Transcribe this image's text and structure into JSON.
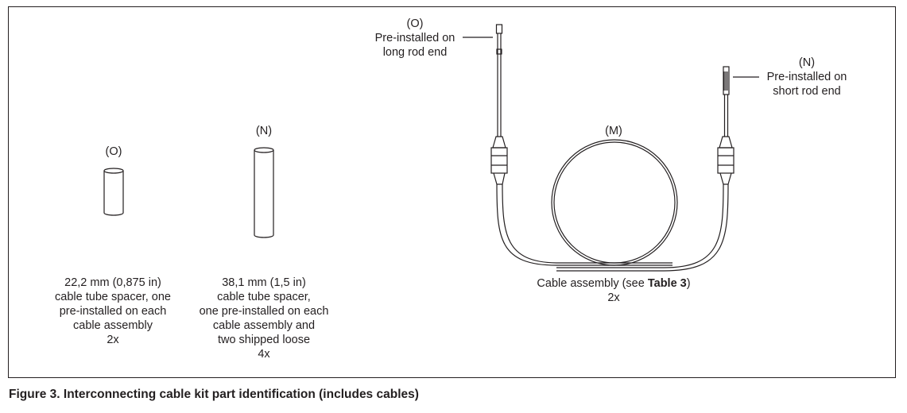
{
  "figure": {
    "caption": "Figure 3. Interconnecting cable kit part identification (includes cables)"
  },
  "parts": {
    "short_spacer": {
      "callout": "(O)",
      "description_lines": [
        "22,2 mm (0,875 in)",
        "cable tube spacer, one",
        "pre-installed on each",
        "cable assembly",
        "2x"
      ]
    },
    "long_spacer": {
      "callout": "(N)",
      "description_lines": [
        "38,1 mm (1,5 in)",
        "cable tube spacer,",
        "one pre-installed on each",
        "cable assembly and",
        "two shipped loose",
        "4x"
      ]
    },
    "cable_assembly": {
      "callout": "(M)",
      "description_prefix": "Cable assembly (see ",
      "description_bold": "Table 3",
      "description_suffix": ")",
      "quantity": "2x",
      "long_end": {
        "callout": "(O)",
        "lines": [
          "Pre-installed on",
          "long rod end"
        ]
      },
      "short_end": {
        "callout": "(N)",
        "lines": [
          "Pre-installed on",
          "short rod end"
        ]
      }
    }
  }
}
